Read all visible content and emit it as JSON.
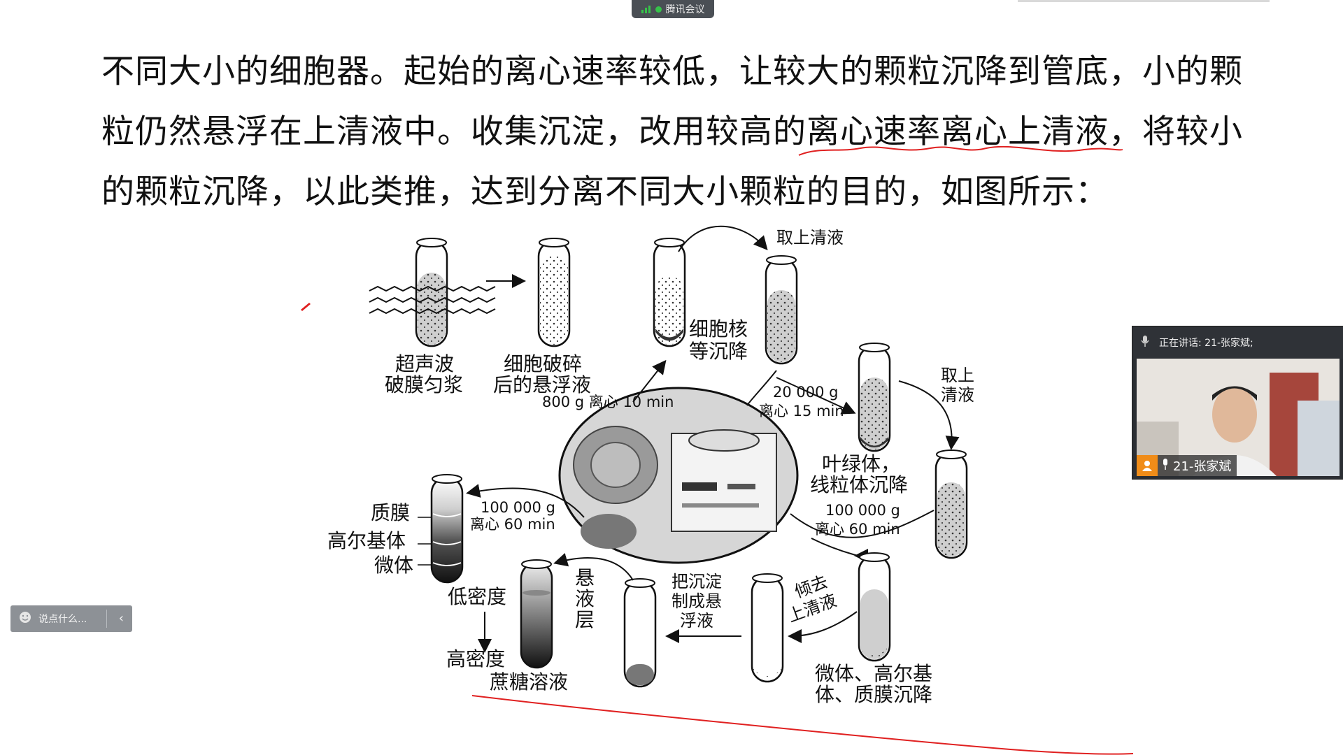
{
  "app": {
    "title": "腾讯会议"
  },
  "document": {
    "lines": [
      "不同大小的细胞器。起始的离心速率较低，让较大的颗粒沉降到管底，小的颗",
      "粒仍然悬浮在上清液中。收集沉淀，改用较高的离心速率离心上清液，将较小",
      "的颗粒沉降，以此类推，达到分离不同大小颗粒的目的，如图所示："
    ]
  },
  "figure": {
    "labels": {
      "ultrasound_1": "超声波",
      "ultrasound_2": "破膜匀浆",
      "suspension_1": "细胞破碎",
      "suspension_2": "后的悬浮液",
      "spin_800": "800 g 离心 10 min",
      "nucleus_1": "细胞核",
      "nucleus_2": "等沉降",
      "take_super_1": "取上清液",
      "spin_20000_1": "20 000 g",
      "spin_20000_2": "离心 15 min",
      "take_super_2a": "取上",
      "take_super_2b": "清液",
      "chloro_1": "叶绿体，",
      "chloro_2": "线粒体沉降",
      "spin_100000b_1": "100 000 g",
      "spin_100000b_2": "离心 60 min",
      "spin_100000a_1": "100 000 g",
      "spin_100000a_2": "离心 60 min",
      "pm": "质膜",
      "golgi": "高尔基体",
      "micro": "微体",
      "low_density": "低密度",
      "high_density": "高密度",
      "sucrose": "蔗糖溶液",
      "suspension_layer_1": "悬",
      "suspension_layer_2": "液",
      "suspension_layer_3": "层",
      "make_susp_1": "把沉淀",
      "make_susp_2": "制成悬",
      "make_susp_3": "浮液",
      "pour_1": "倾去",
      "pour_2": "上清液",
      "sediment_1": "微体、高尔基",
      "sediment_2": "体、质膜沉降"
    }
  },
  "video": {
    "speaking_label": "正在讲话: 21-张家斌;",
    "participant_name": "21-张家斌"
  },
  "chat": {
    "placeholder": "说点什么..."
  },
  "colors": {
    "annotation_red": "#e02020",
    "panel_dark": "#2b2e33",
    "user_badge": "#f08c18"
  }
}
